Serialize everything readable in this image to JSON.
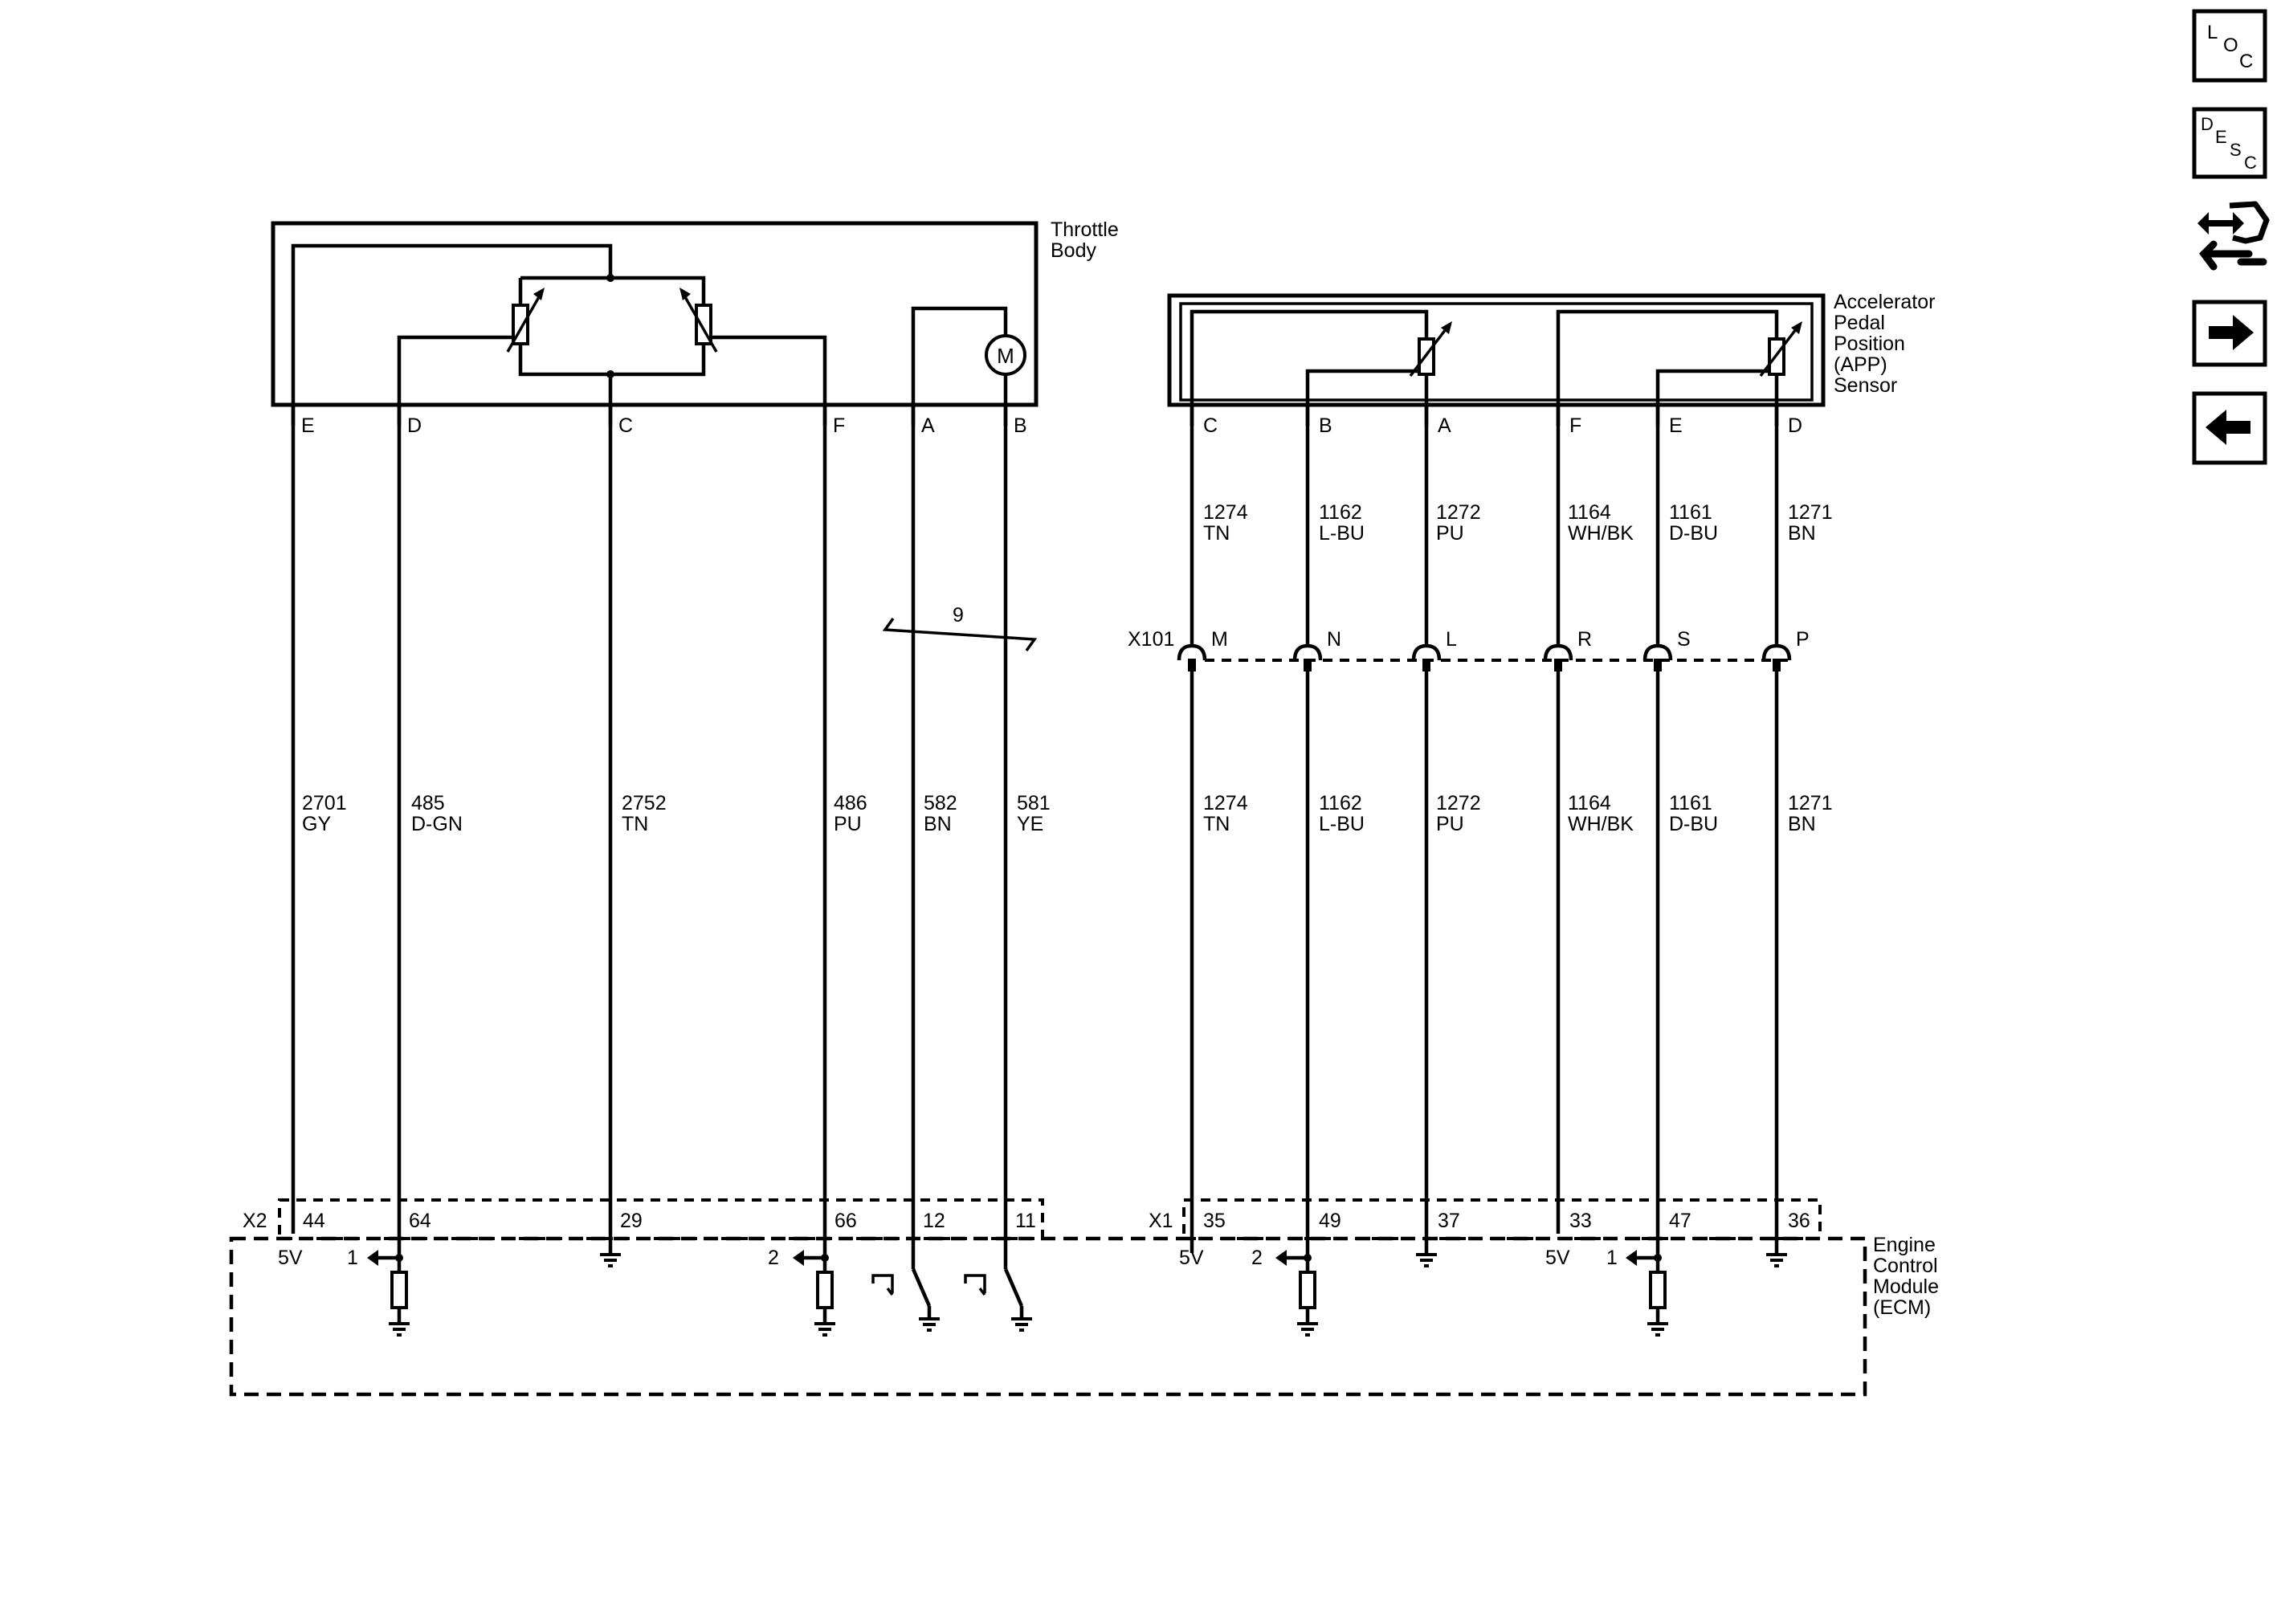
{
  "components": {
    "throttle_body": "Throttle Body",
    "app_sensor": [
      "Accelerator",
      "Pedal",
      "Position",
      "(APP)",
      "Sensor"
    ],
    "ecm": [
      "Engine",
      "Control",
      "Module",
      "(ECM)"
    ],
    "motor": "M"
  },
  "throttle_pins": [
    "E",
    "D",
    "C",
    "F",
    "A",
    "B"
  ],
  "app_pins": [
    "C",
    "B",
    "A",
    "F",
    "E",
    "D"
  ],
  "x101": {
    "label": "X101",
    "pins": [
      "M",
      "N",
      "L",
      "R",
      "S",
      "P"
    ]
  },
  "throttle_wires": [
    {
      "circuit": "2701",
      "color": "GY"
    },
    {
      "circuit": "485",
      "color": "D-GN"
    },
    {
      "circuit": "2752",
      "color": "TN"
    },
    {
      "circuit": "486",
      "color": "PU"
    },
    {
      "circuit": "582",
      "color": "BN"
    },
    {
      "circuit": "581",
      "color": "YE"
    }
  ],
  "app_wires": [
    {
      "circuit": "1274",
      "color": "TN"
    },
    {
      "circuit": "1162",
      "color": "L-BU"
    },
    {
      "circuit": "1272",
      "color": "PU"
    },
    {
      "circuit": "1164",
      "color": "WH/BK"
    },
    {
      "circuit": "1161",
      "color": "D-BU"
    },
    {
      "circuit": "1271",
      "color": "BN"
    }
  ],
  "twist_count": "9",
  "x2": {
    "label": "X2",
    "pins": [
      "44",
      "64",
      "29",
      "66",
      "12",
      "11"
    ]
  },
  "x1": {
    "label": "X1",
    "pins": [
      "35",
      "49",
      "37",
      "33",
      "47",
      "36"
    ]
  },
  "ecm_labels": {
    "v5_a": "5V",
    "ref_1a": "1",
    "ref_2a": "2",
    "v5_b": "5V",
    "ref_2b": "2",
    "v5_c": "5V",
    "ref_1b": "1"
  },
  "nav": {
    "loc": [
      "L",
      "O",
      "C"
    ],
    "desc": [
      "D",
      "E",
      "S",
      "C"
    ]
  }
}
